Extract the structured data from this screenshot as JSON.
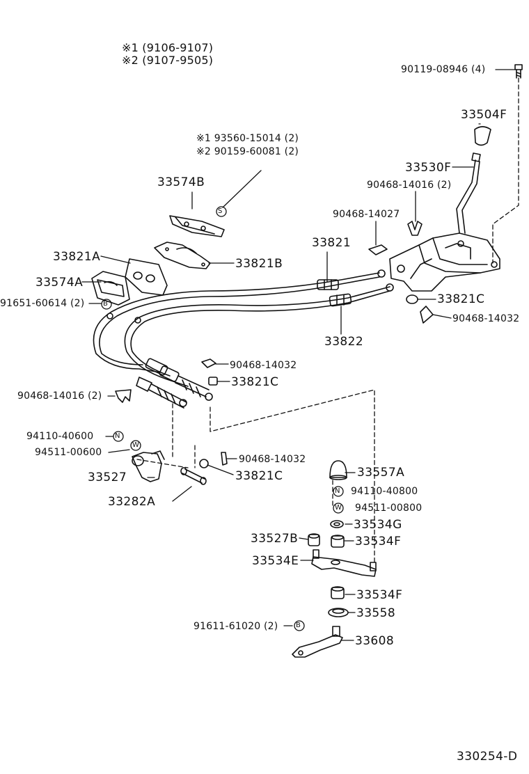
{
  "notes": {
    "n1": "※1 (9106-9107)",
    "n2": "※2 (9107-9505)"
  },
  "bolt_note": {
    "l1": "※1 93560-15014 (2)",
    "l2": "※2 90159-60081 (2)"
  },
  "parts": {
    "p90119": "90119-08946 (4)",
    "p33504F": "33504F",
    "p33530F": "33530F",
    "p90468_14016a": "90468-14016 (2)",
    "p33574B": "33574B",
    "p90468_14027": "90468-14027",
    "p33821": "33821",
    "p33821A": "33821A",
    "p33821B": "33821B",
    "p33574A": "33574A",
    "p91651": "91651-60614 (2)",
    "p33821C_a": "33821C",
    "p90468_14032_a": "90468-14032",
    "p33822": "33822",
    "p90468_14032_b": "90468-14032",
    "p33821C_b": "33821C",
    "p90468_14016b": "90468-14016 (2)",
    "p94110_40600": "94110-40600",
    "p94511_00600": "94511-00600",
    "p90468_14032_c": "90468-14032",
    "p33527": "33527",
    "p33821C_c": "33821C",
    "p33282A": "33282A",
    "p33557A": "33557A",
    "p94110_40800": "94110-40800",
    "p94511_00800": "94511-00800",
    "p33534G": "33534G",
    "p33527B": "33527B",
    "p33534F_a": "33534F",
    "p33534E": "33534E",
    "p33534F_b": "33534F",
    "p33558": "33558",
    "p91611": "91611-61020 (2)",
    "p33608": "33608"
  },
  "symbols": {
    "s": "S",
    "b": "B",
    "n": "N",
    "w": "W"
  },
  "figure_code": "330254-D"
}
